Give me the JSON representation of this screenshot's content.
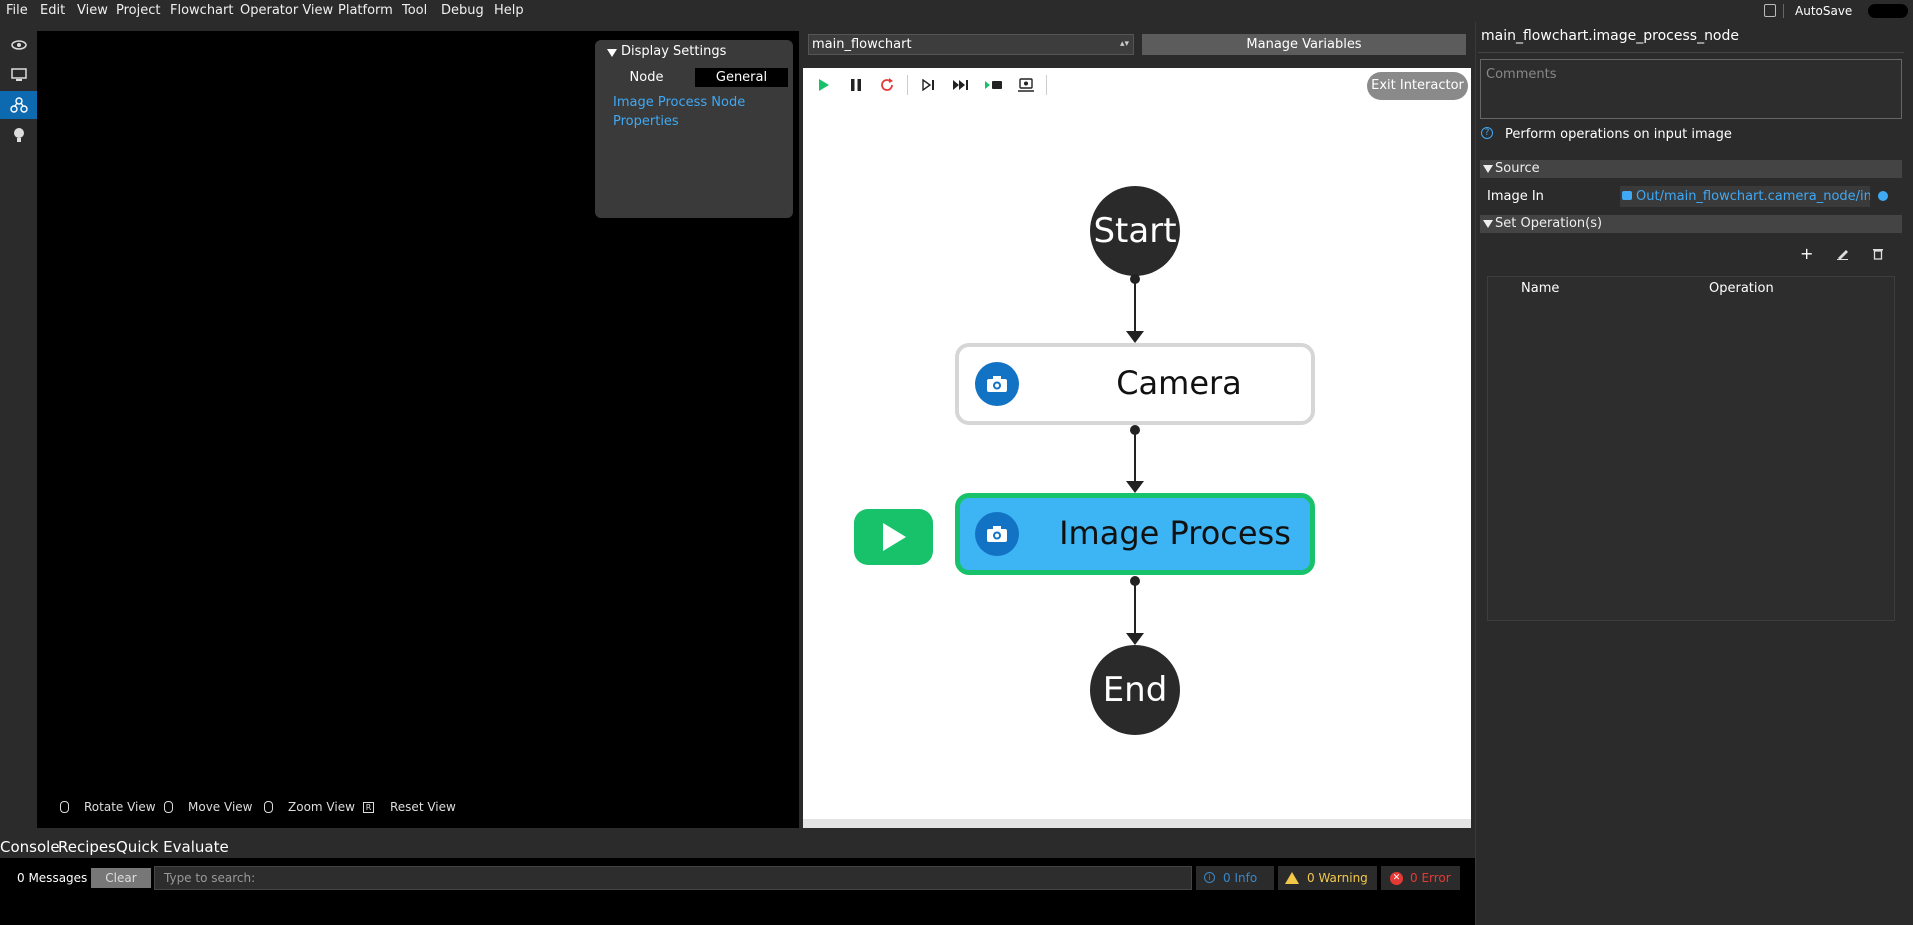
{
  "menu": [
    "File",
    "Edit",
    "View",
    "Project",
    "Flowchart",
    "Operator View",
    "Platform",
    "Tool",
    "Debug",
    "Help"
  ],
  "autosave_label": "AutoSave",
  "display_settings": {
    "title": "Display Settings",
    "tab_node": "Node",
    "tab_general": "General",
    "link_text": "Image Process Node Properties"
  },
  "view_hints": {
    "rotate": "Rotate View",
    "move": "Move View",
    "zoom": "Zoom View",
    "reset_key": "R",
    "reset": "Reset View"
  },
  "flowchart": {
    "selected": "main_flowchart",
    "manage_variables": "Manage Variables",
    "exit_interactor": "Exit Interactor",
    "nodes": {
      "start": "Start",
      "camera": "Camera",
      "image_process": "Image Process",
      "end": "End"
    }
  },
  "properties": {
    "node_path": "main_flowchart.image_process_node",
    "comments_placeholder": "Comments",
    "description": "Perform operations on input image",
    "source_section": "Source",
    "image_in_label": "Image In",
    "image_in_value": "Out/main_flowchart.camera_node/image",
    "set_ops_section": "Set Operation(s)",
    "col_name": "Name",
    "col_operation": "Operation"
  },
  "console": {
    "tabs": [
      "Console",
      "Recipes",
      "Quick Evaluate"
    ],
    "messages": "0 Messages",
    "clear": "Clear",
    "search_placeholder": "Type to search:",
    "info": "0 Info",
    "warning": "0 Warning",
    "error": "0 Error"
  },
  "colors": {
    "accent_blue": "#3fa9f5",
    "node_active_fill": "#3db5f5",
    "node_active_border": "#17c26a",
    "run_green": "#17c26a",
    "warning": "#f2c84b",
    "error": "#e53935"
  }
}
